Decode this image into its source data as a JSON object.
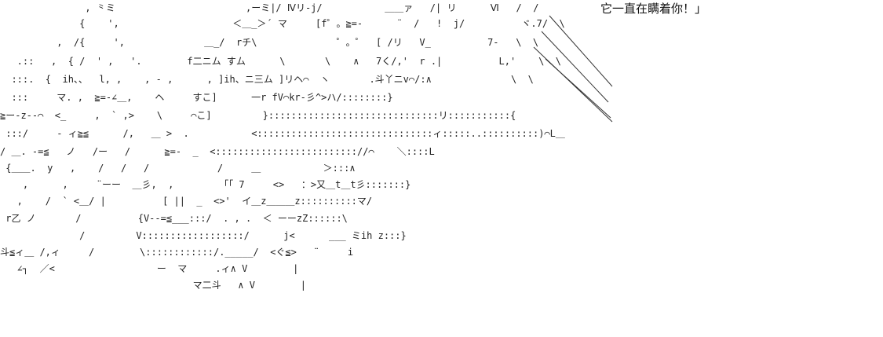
{
  "dialog": {
    "text": "它一直在瞒着你！」"
  },
  "art_lines": [
    "               , ⺀ミ                       ,ーミ|/ Ⅳリ-j/           ＿＿ァ   /| リ      Ⅵ   /  /",
    "              {    ',                    ＜＿_＞´ マ     [f゜。≧=-      ¨  /   !  j/          ヾ.7/  \\",
    "          ,  /{     ',              ＿_/  rチ\\              ゜。゜  [ /リ   V_          7-   \\  \\",
    "   .::   ,  { /  ' ,   '.        f二ニム すム      \\       \\    ∧   7く/,'  r .|          L,'    \\  \\",
    "  :::.  {  ih、、  l, ,    , - ,      , ]ih、ニ三ム ]リヘ⌒  ヽ       .斗丫ニv⌒/:∧              \\  \\",
    "  :::     マ. ,  ≧=-∠＿,    ヘ     すこ]      一r fV⌒kr-彡^>ハ/::::::::}",
    "≧ー-z--⌒  <_     ,  ` ,>    \\     ⌒こ]         }::::::::::::::::::::::::::::::リ:::::::::::{",
    " :::/     - ィ≧≦      /,   ＿ >  .           <:::::::::::::::::::::::::::::::ィ:::::..::::::::::)⌒L＿",
    "/ ＿. -=≦   ノ   /ー   /      ≧=-  _  <::::::::::::::::::::::::://⌒    ＼::::L",
    " {＿＿.  y   ,    /   /   /            /     ＿           ＞:::∧",
    "    ,      ,     ¨ーー  ＿彡,  ,        「「 7     <>   ：>又＿t＿t彡:::::::}",
    "   ,    /  ` <＿/ |          [ ||  _  <>'  イ＿z＿＿＿z::::::::::マ/",
    " r乙 ノ       /          {V--=≦___:::/  . , .  ＜ ーーzZ::::::\\",
    "              /         V::::::::::::::::::/      j<      ___ ミih z:::}",
    "斗≦ィ＿ /,ィ     /        \\::::::::::::/._____/  <ぐ≦>   ¨     i",
    "   ∠┐  ／<                  ー  マ     .ィ∧ V        |",
    "                                  マ二斗   ∧ V        |"
  ]
}
